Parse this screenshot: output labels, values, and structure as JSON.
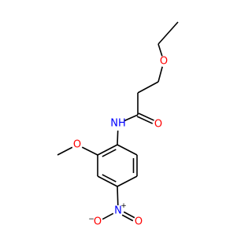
{
  "molecule": {
    "colors": {
      "bond": "#000000",
      "O": "#ff0000",
      "N": "#0000ff",
      "charge": "#000000"
    },
    "atoms": [
      {
        "id": "ethyl-ch3",
        "label": ""
      },
      {
        "id": "ethyl-ch2",
        "label": ""
      },
      {
        "id": "ether-o",
        "label": "O",
        "element": "O"
      },
      {
        "id": "chain-c1",
        "label": ""
      },
      {
        "id": "chain-c2",
        "label": ""
      },
      {
        "id": "carbonyl-c",
        "label": ""
      },
      {
        "id": "carbonyl-o",
        "label": "O",
        "element": "O"
      },
      {
        "id": "amide-n",
        "label": "NH",
        "element": "N"
      },
      {
        "id": "ring-c1",
        "label": ""
      },
      {
        "id": "ring-c2",
        "label": ""
      },
      {
        "id": "methoxy-o",
        "label": "O",
        "element": "O"
      },
      {
        "id": "methoxy-ch3",
        "label": ""
      },
      {
        "id": "ring-c3",
        "label": ""
      },
      {
        "id": "ring-c4",
        "label": ""
      },
      {
        "id": "nitro-n",
        "label": "N",
        "element": "N",
        "charge": "+"
      },
      {
        "id": "nitro-o-left",
        "label": "O",
        "element": "O",
        "charge": "−"
      },
      {
        "id": "nitro-o-right",
        "label": "O",
        "element": "O"
      },
      {
        "id": "ring-c5",
        "label": ""
      },
      {
        "id": "ring-c6",
        "label": ""
      }
    ],
    "bonds": [
      {
        "from": "ethyl-ch3",
        "to": "ethyl-ch2",
        "order": 1
      },
      {
        "from": "ethyl-ch2",
        "to": "ether-o",
        "order": 1
      },
      {
        "from": "ether-o",
        "to": "chain-c1",
        "order": 1
      },
      {
        "from": "chain-c1",
        "to": "chain-c2",
        "order": 1
      },
      {
        "from": "chain-c2",
        "to": "carbonyl-c",
        "order": 1
      },
      {
        "from": "carbonyl-c",
        "to": "carbonyl-o",
        "order": 2
      },
      {
        "from": "carbonyl-c",
        "to": "amide-n",
        "order": 1
      },
      {
        "from": "amide-n",
        "to": "ring-c1",
        "order": 1
      },
      {
        "from": "ring-c1",
        "to": "ring-c2",
        "order": 2
      },
      {
        "from": "ring-c2",
        "to": "ring-c3",
        "order": 1
      },
      {
        "from": "ring-c3",
        "to": "ring-c4",
        "order": 2
      },
      {
        "from": "ring-c4",
        "to": "ring-c5",
        "order": 1
      },
      {
        "from": "ring-c5",
        "to": "ring-c6",
        "order": 2
      },
      {
        "from": "ring-c6",
        "to": "ring-c1",
        "order": 1
      },
      {
        "from": "ring-c2",
        "to": "methoxy-o",
        "order": 1
      },
      {
        "from": "methoxy-o",
        "to": "methoxy-ch3",
        "order": 1
      },
      {
        "from": "ring-c4",
        "to": "nitro-n",
        "order": 1
      },
      {
        "from": "nitro-n",
        "to": "nitro-o-left",
        "order": 1
      },
      {
        "from": "nitro-n",
        "to": "nitro-o-right",
        "order": 2
      }
    ]
  }
}
